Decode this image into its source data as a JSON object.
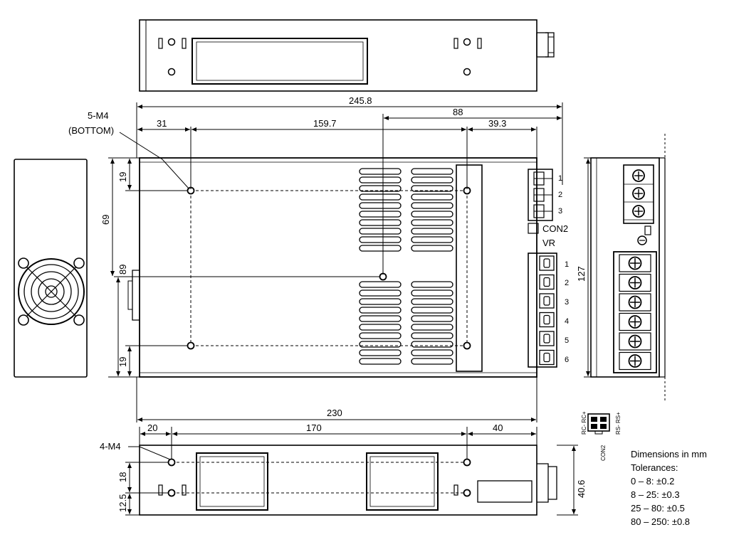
{
  "dimensions": {
    "overall_length": "245.8",
    "hole_from_left": "31",
    "hole_spacing": "159.7",
    "center_hole_offset": "88",
    "right_hole_offset": "39.3",
    "body_length": "230",
    "top_hole_offset": "19",
    "hole_vertical_spacing": "69",
    "center_hole_height": "89",
    "bottom_hole_offset": "19",
    "width": "127",
    "bottom_left": "20",
    "bottom_spacing": "170",
    "bottom_right": "40",
    "bottom_row_a": "18",
    "bottom_row_b": "12.5",
    "height": "40.6"
  },
  "callouts": {
    "m4_bottom_line1": "5-M4",
    "m4_bottom_line2": "(BOTTOM)",
    "m4_side": "4-M4"
  },
  "connectors": {
    "con2_pins": [
      "1",
      "2",
      "3"
    ],
    "con2_label": "CON2",
    "vr_label": "VR",
    "output_pins": [
      "1",
      "2",
      "3",
      "4",
      "5",
      "6"
    ],
    "con2_detail_top": "RC- RC+",
    "con2_detail_bottom": "RS- RS+",
    "con2_detail_label": "CON2"
  },
  "notes": {
    "title": "Dimensions in mm",
    "tolerances_label": "Tolerances:",
    "rows": [
      "0 – 8: ±0.2",
      "8 – 25: ±0.3",
      "25 – 80: ±0.5",
      "80 – 250: ±0.8"
    ]
  }
}
